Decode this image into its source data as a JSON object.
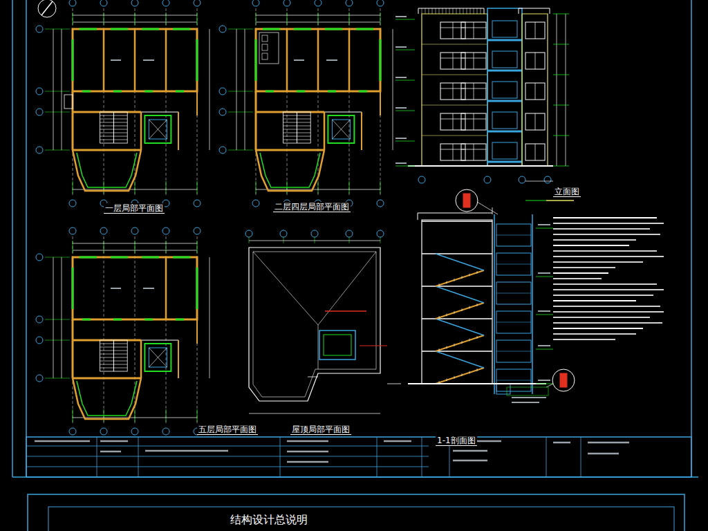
{
  "diagram": {
    "title": "结构设计总说明",
    "labels": [
      "一层局部平面图",
      "二层四层局部平面图",
      "五层局部平面图",
      "屋顶局部平面图",
      "立面图",
      "1-1剖面图"
    ]
  }
}
